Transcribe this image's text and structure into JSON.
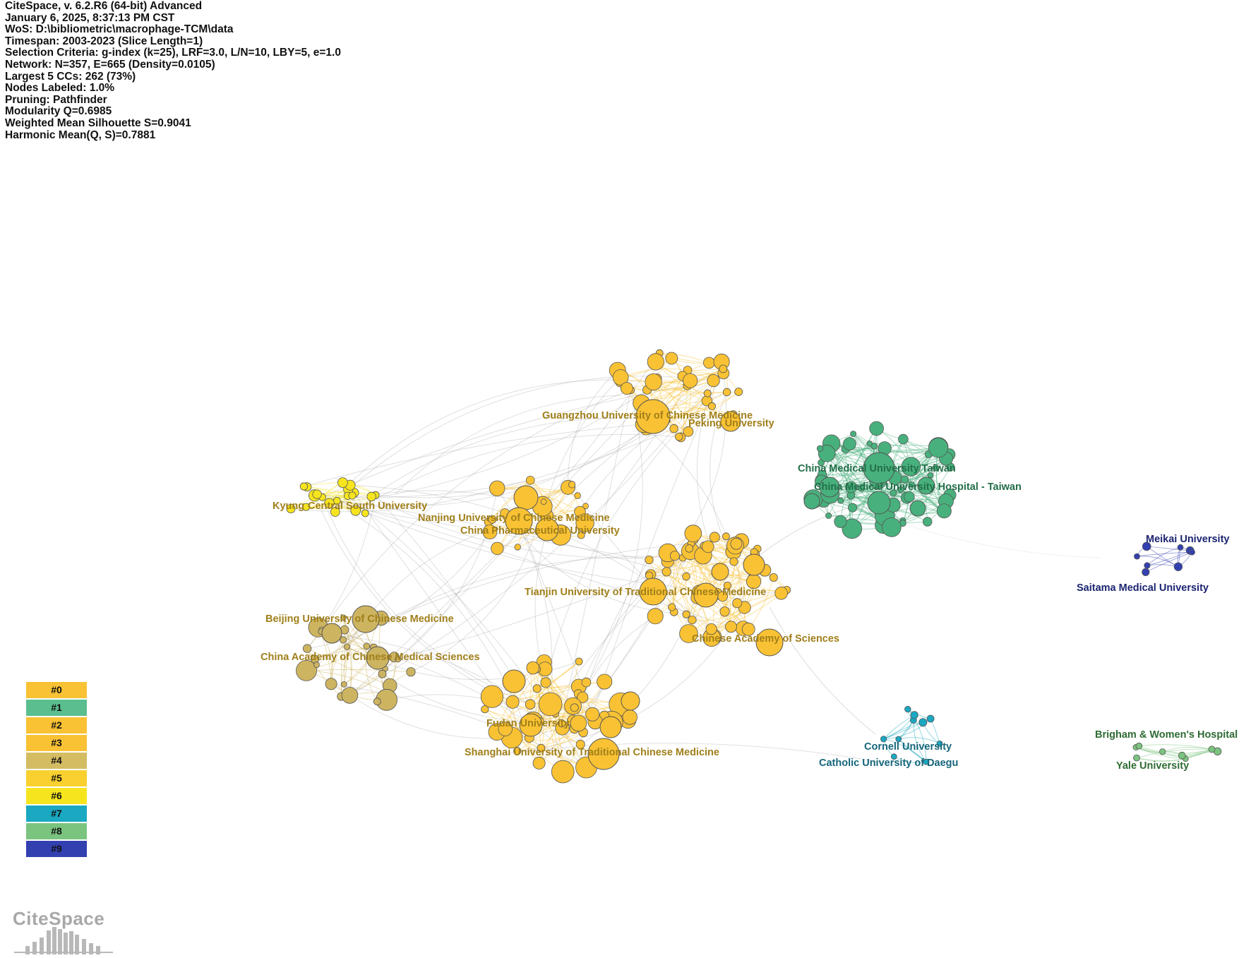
{
  "info_lines": [
    "CiteSpace, v. 6.2.R6 (64-bit) Advanced",
    "January 6, 2025, 8:37:13 PM CST",
    "WoS: D:\\bibliometric\\macrophage-TCM\\data",
    "Timespan: 2003-2023 (Slice Length=1)",
    "Selection Criteria: g-index (k=25), LRF=3.0, L/N=10, LBY=5, e=1.0",
    "Network: N=357, E=665 (Density=0.0105)",
    "Largest 5 CCs: 262 (73%)",
    "Nodes Labeled: 1.0%",
    "Pruning: Pathfinder",
    "Modularity Q=0.6985",
    "Weighted Mean Silhouette S=0.9041",
    "Harmonic Mean(Q, S)=0.7881"
  ],
  "legend": [
    {
      "label": "#0",
      "color": "#F9C234"
    },
    {
      "label": "#1",
      "color": "#5BBE8E"
    },
    {
      "label": "#2",
      "color": "#F9C234"
    },
    {
      "label": "#3",
      "color": "#F9C234"
    },
    {
      "label": "#4",
      "color": "#D4BC62"
    },
    {
      "label": "#5",
      "color": "#F9D030"
    },
    {
      "label": "#6",
      "color": "#F6E51E"
    },
    {
      "label": "#7",
      "color": "#1AA8C2"
    },
    {
      "label": "#8",
      "color": "#7BC47F"
    },
    {
      "label": "#9",
      "color": "#3340B0"
    }
  ],
  "cluster_colors": {
    "c0": "#F9C234",
    "c1": "#48B07C",
    "c4": "#CDB461",
    "c6": "#F6E51E",
    "c7": "#1AA8C2",
    "c8": "#7BC47F",
    "c9": "#3340B0"
  },
  "label_colors": {
    "gold": "#A07F1A",
    "green": "#236E49",
    "navy": "#1B2470",
    "teal": "#15657A",
    "olive": "#2E6B33"
  },
  "institutions": [
    {
      "name": "Guangzhou University of Chinese Medicine",
      "cluster": "c0",
      "label_color": "gold"
    },
    {
      "name": "Peking University",
      "cluster": "c0",
      "label_color": "gold"
    },
    {
      "name": "China Medical University Taiwan",
      "cluster": "c1",
      "label_color": "green"
    },
    {
      "name": "China Medical University Hospital - Taiwan",
      "cluster": "c1",
      "label_color": "green"
    },
    {
      "name": "Kyung",
      "cluster": "c6",
      "label_color": "gold"
    },
    {
      "name": "Central South University",
      "cluster": "c6",
      "label_color": "gold"
    },
    {
      "name": "Nanjing University of Chinese Medicine",
      "cluster": "c0",
      "label_color": "gold"
    },
    {
      "name": "China Pharmaceutical University",
      "cluster": "c0",
      "label_color": "gold"
    },
    {
      "name": "Meikai University",
      "cluster": "c9",
      "label_color": "navy"
    },
    {
      "name": "Saitama Medical University",
      "cluster": "c9",
      "label_color": "navy"
    },
    {
      "name": "Tianjin University of Traditional Chinese Medicine",
      "cluster": "c0",
      "label_color": "gold"
    },
    {
      "name": "Beijing University of Chinese Medicine",
      "cluster": "c4",
      "label_color": "gold"
    },
    {
      "name": "Chinese Academy of Sciences",
      "cluster": "c0",
      "label_color": "gold"
    },
    {
      "name": "China Academy of Chinese Medical Sciences",
      "cluster": "c4",
      "label_color": "gold"
    },
    {
      "name": "Fudan University",
      "cluster": "c0",
      "label_color": "gold"
    },
    {
      "name": "Shanghai University of Traditional Chinese Medicine",
      "cluster": "c0",
      "label_color": "gold"
    },
    {
      "name": "Cornell University",
      "cluster": "c7",
      "label_color": "teal"
    },
    {
      "name": "Catholic University of Daegu",
      "cluster": "c7",
      "label_color": "teal"
    },
    {
      "name": "Brigham & Women's Hospital",
      "cluster": "c8",
      "label_color": "olive"
    },
    {
      "name": "Yale University",
      "cluster": "c8",
      "label_color": "olive"
    }
  ],
  "logo": {
    "text": "CiteSpace"
  }
}
